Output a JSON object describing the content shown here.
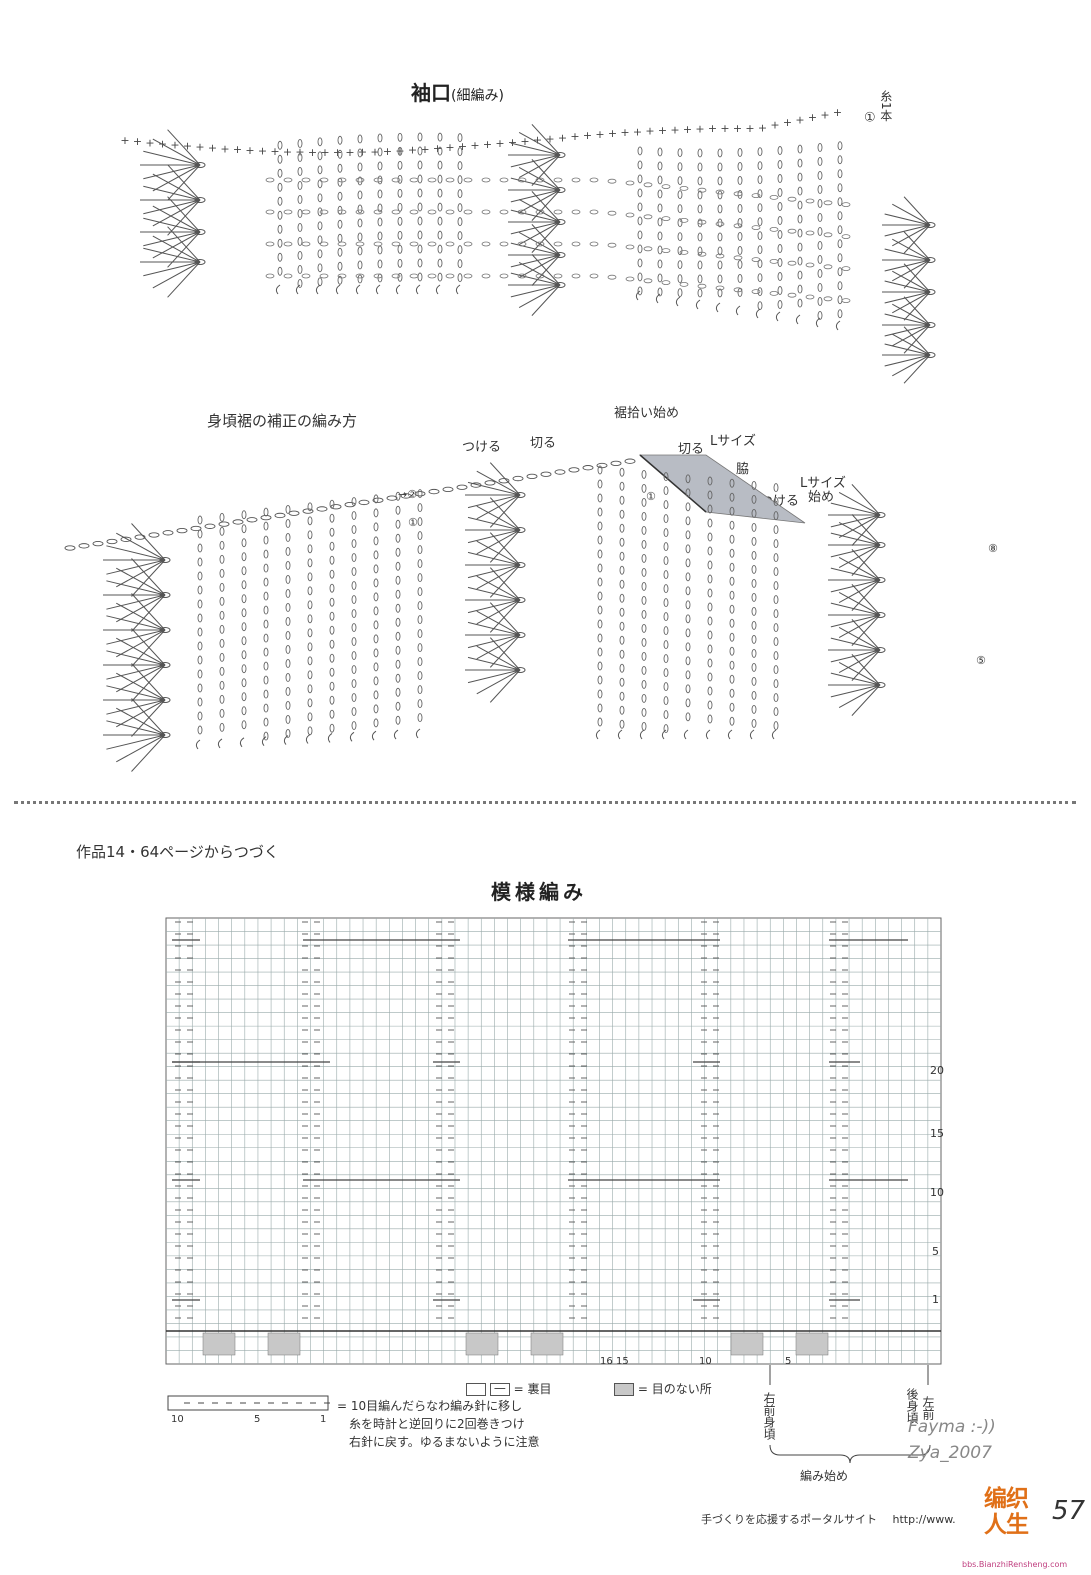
{
  "section1": {
    "title": "袖口",
    "subtitle": "(細編み)",
    "note_num": "①",
    "note_text": "糸1本"
  },
  "section2": {
    "title": "身頃裾の補正の編み方",
    "labels": {
      "tsukeru": "つける",
      "kiru1": "切る",
      "susohiroi": "裾拾い始め",
      "kiru2": "切る",
      "l_size1": "Lサイズ",
      "arrow2": "→ ②",
      "waki": "脇",
      "itowotsukeru": "糸をつける",
      "l_size2": "Lサイズ",
      "hajime": "始め",
      "circle1a": "①",
      "circle1b": "①",
      "circle2": "→②",
      "end_a": "⑧",
      "end_b": "⑤"
    }
  },
  "section3": {
    "continuation": "作品14・64ページからつづく",
    "title": "模様編み",
    "row_numbers": [
      "20",
      "15",
      "10",
      "5",
      "1"
    ],
    "bottom_numbers": [
      "16",
      "15",
      "10",
      "5"
    ],
    "vert_labels": [
      "右前身頃",
      "後身頃",
      "左前"
    ],
    "start_label": "編み始め",
    "legend": {
      "purl_text": "= 裏目",
      "blank_text": "= 目のない所",
      "cable_lines": [
        "= 10目編んだらなわ編み針に移し",
        "糸を時計と逆回りに2回巻きつけ",
        "右針に戻す。ゆるまないように注意"
      ],
      "scale": [
        "10",
        "5",
        "1"
      ]
    },
    "signature": "Fayma :-)) Zya_2007"
  },
  "footer": {
    "text": "手づくりを応援するポータルサイト",
    "url": "http://www.",
    "page": "57",
    "logo": "编织人生",
    "logo_url": "bbs.BianzhiRensheng.com"
  }
}
